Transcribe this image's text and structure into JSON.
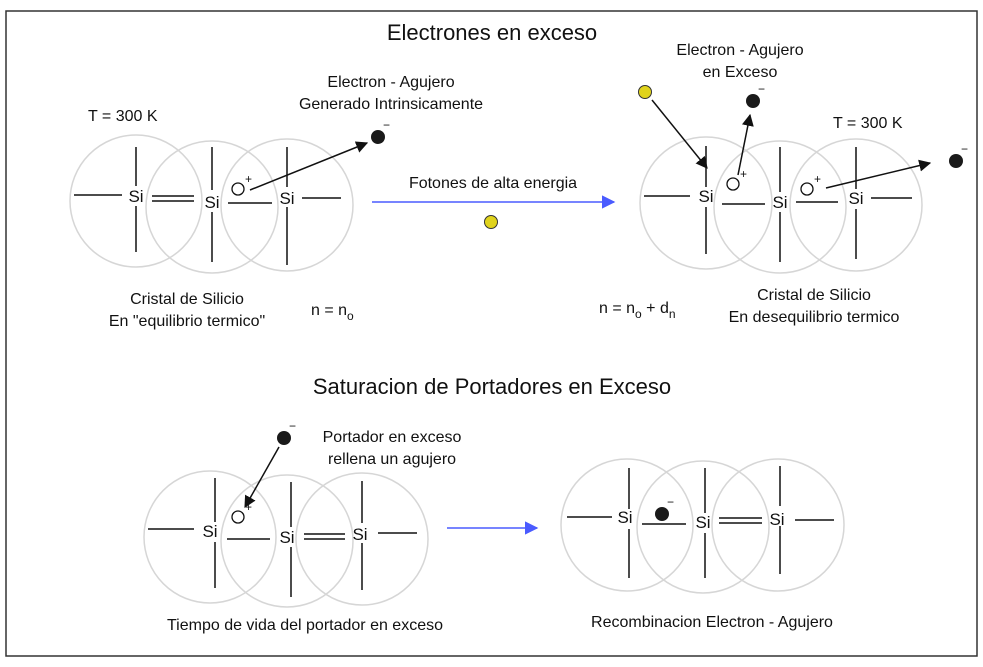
{
  "diagram": {
    "title_top": "Electrones en exceso",
    "title_bottom": "Saturacion de Portadores en Exceso",
    "si": "Si",
    "plus": "+",
    "minus": "−",
    "temp_left": "T = 300 K",
    "temp_right": "T = 300 K",
    "photon_label": "Fotones de alta energia",
    "pair_intrinsic": [
      "Electron - Agujero",
      "Generado Intrinsicamente"
    ],
    "pair_excess": [
      "Electron - Agujero",
      "en Exceso"
    ],
    "crystal_eq": [
      "Cristal de Silicio",
      "En \"equilibrio termico\""
    ],
    "crystal_neq": [
      "Cristal de Silicio",
      "En desequilibrio termico"
    ],
    "n_eq": {
      "lhs": "n = n",
      "sub": "o"
    },
    "n_neq": {
      "lhs": "n = n",
      "sub1": "o",
      "mid": " + d",
      "sub2": "n"
    },
    "carrier_fill": [
      "Portador en exceso",
      "rellena un agujero"
    ],
    "lifetime": "Tiempo de vida del portador en exceso",
    "recombination": "Recombinacion Electron - Agujero",
    "colors": {
      "atom_circle": "#d6d6d6",
      "electron": "#1a1a1a",
      "photon": "#e0d31c",
      "arrow_blue": "#4a5bff",
      "frame": "#333333"
    }
  }
}
